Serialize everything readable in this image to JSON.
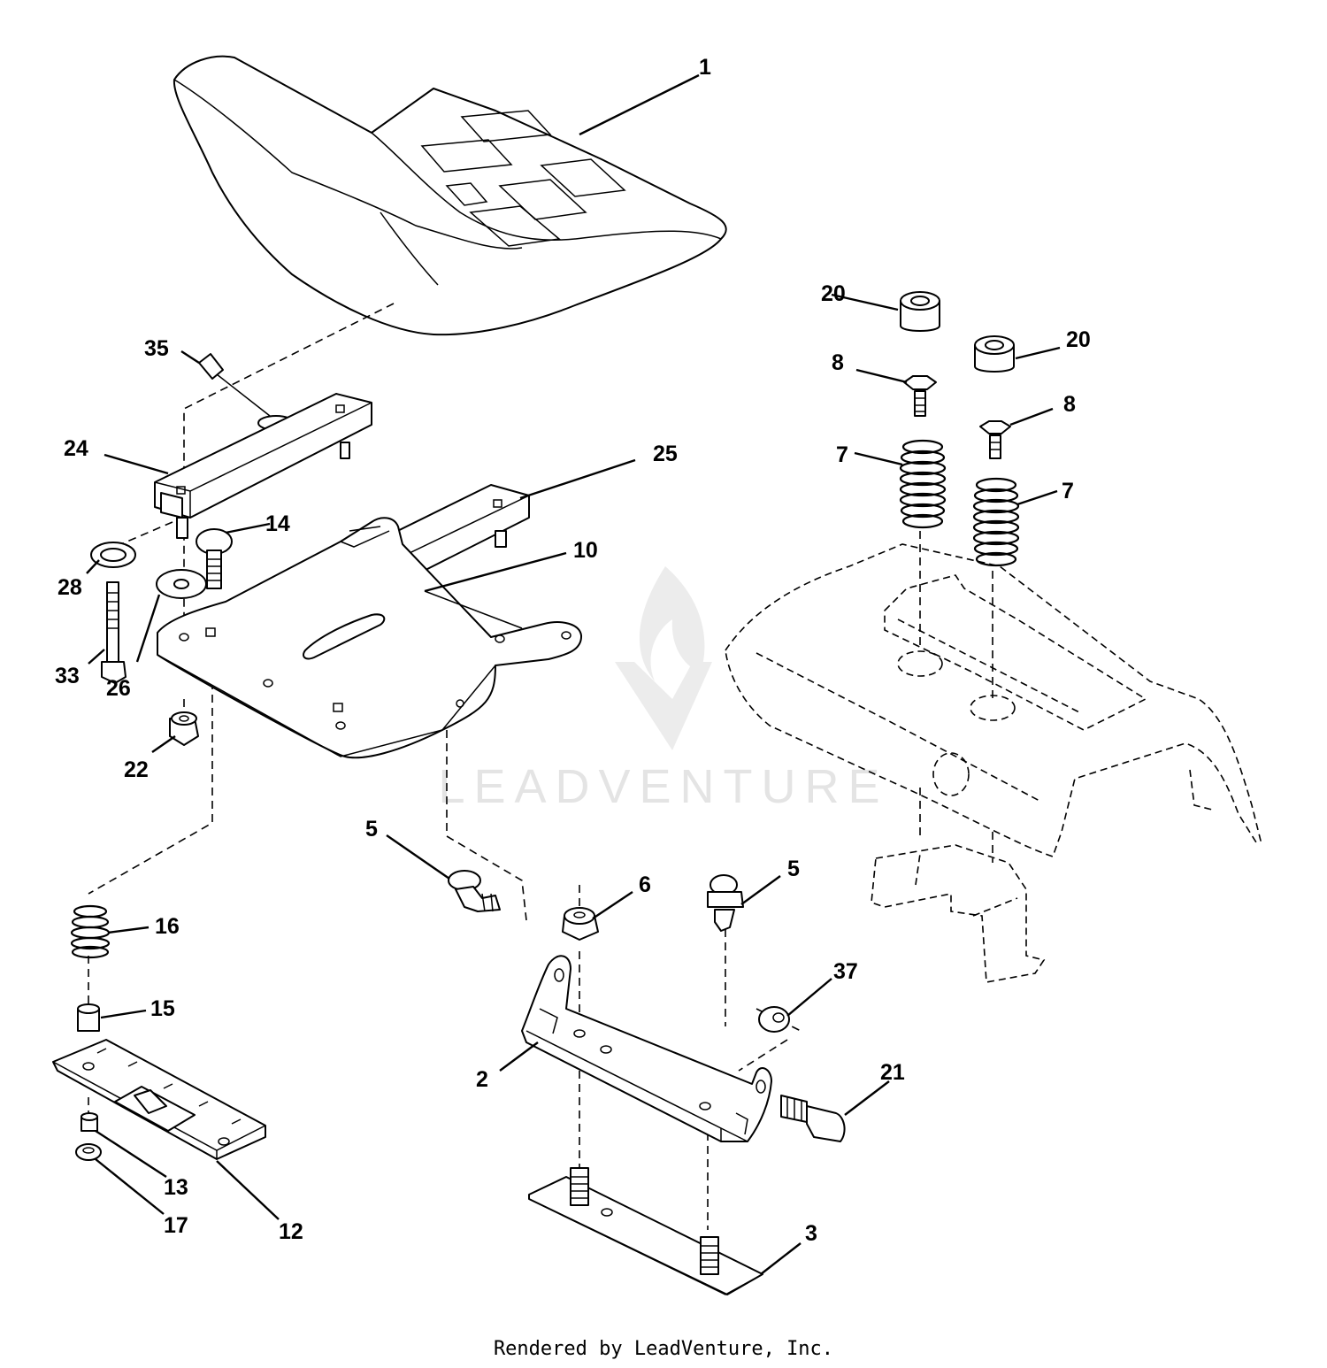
{
  "watermark": {
    "text": "LEADVENTURE",
    "logo_icon": "flame-v-logo-icon",
    "color": "#e4e4e4"
  },
  "footer": {
    "text": "Rendered by LeadVenture, Inc."
  },
  "parts": [
    {
      "id": "part-1",
      "number": "1"
    },
    {
      "id": "part-2",
      "number": "2"
    },
    {
      "id": "part-3",
      "number": "3"
    },
    {
      "id": "part-5a",
      "number": "5"
    },
    {
      "id": "part-5b",
      "number": "5"
    },
    {
      "id": "part-6",
      "number": "6"
    },
    {
      "id": "part-7a",
      "number": "7"
    },
    {
      "id": "part-7b",
      "number": "7"
    },
    {
      "id": "part-8a",
      "number": "8"
    },
    {
      "id": "part-8b",
      "number": "8"
    },
    {
      "id": "part-10",
      "number": "10"
    },
    {
      "id": "part-12",
      "number": "12"
    },
    {
      "id": "part-13",
      "number": "13"
    },
    {
      "id": "part-14",
      "number": "14"
    },
    {
      "id": "part-15",
      "number": "15"
    },
    {
      "id": "part-16",
      "number": "16"
    },
    {
      "id": "part-17",
      "number": "17"
    },
    {
      "id": "part-20a",
      "number": "20"
    },
    {
      "id": "part-20b",
      "number": "20"
    },
    {
      "id": "part-21",
      "number": "21"
    },
    {
      "id": "part-22",
      "number": "22"
    },
    {
      "id": "part-24",
      "number": "24"
    },
    {
      "id": "part-25",
      "number": "25"
    },
    {
      "id": "part-26",
      "number": "26"
    },
    {
      "id": "part-28",
      "number": "28"
    },
    {
      "id": "part-33",
      "number": "33"
    },
    {
      "id": "part-35",
      "number": "35"
    },
    {
      "id": "part-37",
      "number": "37"
    }
  ]
}
